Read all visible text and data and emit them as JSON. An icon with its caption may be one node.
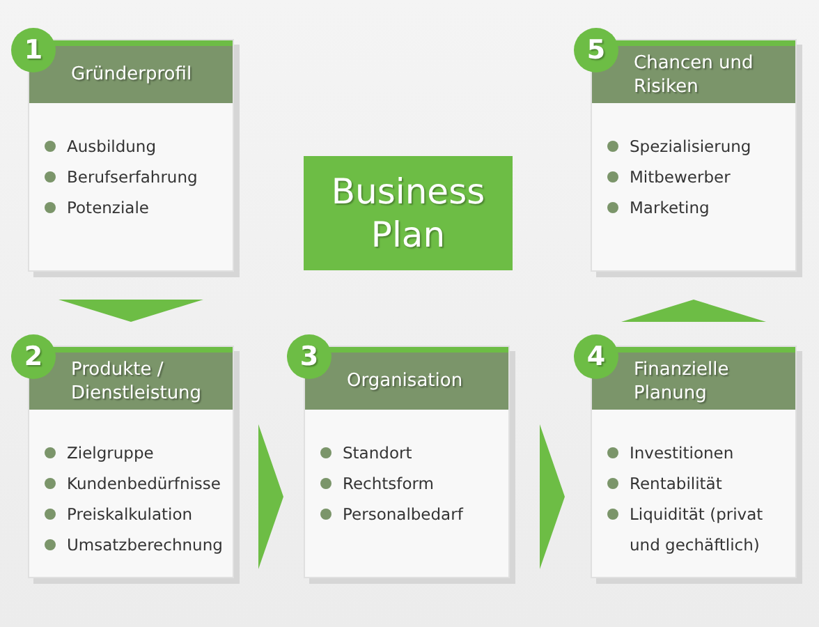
{
  "diagram": {
    "nodes": [
      {
        "text": [
          "1",
          "Gründerprofil",
          "Ausbildung",
          "Berufserfahrung",
          "Potenziale"
        ]
      },
      {
        "text": [
          "Business Plan"
        ]
      },
      {
        "text": [
          "5",
          "Chancen und Risiken",
          "Spezialisierung",
          "Mitbewerber",
          "Marketing"
        ]
      },
      {
        "text": [
          "2",
          "Produkte / Dienstleistung",
          "Zielgruppe",
          "Kundenbedürfnisse",
          "Preiskalkulation",
          "Umsatzberechnung"
        ]
      },
      {
        "text": [
          "3",
          "Organisation",
          "Standort",
          "Rechtsform",
          "Personalbedarf"
        ]
      },
      {
        "text": [
          "4",
          "Finanzielle Planung",
          "Investitionen",
          "Rentabilität",
          "Liquidität (privat und gechäftlich)"
        ]
      }
    ],
    "edges": [
      {
        "from": 0,
        "to": 3,
        "arrow": "to"
      },
      {
        "from": 3,
        "to": 4,
        "arrow": "to"
      },
      {
        "from": 4,
        "to": 5,
        "arrow": "to"
      },
      {
        "from": 5,
        "to": 2,
        "arrow": "to"
      }
    ]
  }
}
